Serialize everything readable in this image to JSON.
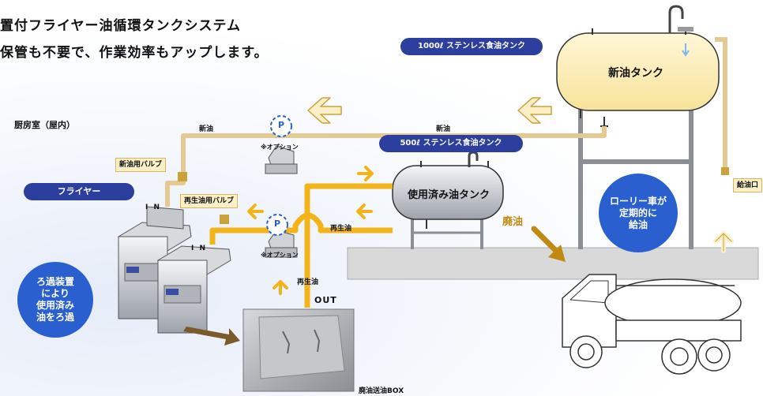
{
  "header": {
    "line1": "置付フライヤー油循環タンクシステム",
    "line2": "保管も不要で、作業効率もアップします。"
  },
  "room_label": "厨房室（屋内）",
  "fryer_pill": "フライヤー",
  "filter_note": "ろ過装置\nにより\n使用済み\n油をろ過",
  "truck_note": "ローリー車が\n定期的に\n給油",
  "valves": {
    "new_oil": "新油用バルブ",
    "recycled_oil": "再生油用バルブ"
  },
  "pipe_labels": {
    "new_oil_left": "新油",
    "new_oil_right": "新油",
    "recycled_top": "再生油",
    "recycled_vertical": "再生油",
    "out": "OUT",
    "in_top": "I N",
    "in_bottom": "I N"
  },
  "pump": {
    "letter": "P",
    "option_top": "※オプション",
    "option_bottom": "※オプション"
  },
  "tanks": {
    "large_label": "1000ℓ ステンレス食油タンク",
    "large_name": "新油タンク",
    "small_label": "500ℓ ステンレス食油タンク",
    "small_name": "使用済み油タンク"
  },
  "waste_oil": "廃油",
  "supply_port": "給油口",
  "box_label": "廃油送油BOX",
  "colors": {
    "accent_blue": "#2a5fd0",
    "pill_navy": "#2c3f9e",
    "pipe_yellow": "#f2b418",
    "pipe_beige": "#e6c990",
    "arrow_cream": "#fbefc6",
    "tank_yellow": "#fcefb0",
    "waste_brown": "#c08a10"
  }
}
